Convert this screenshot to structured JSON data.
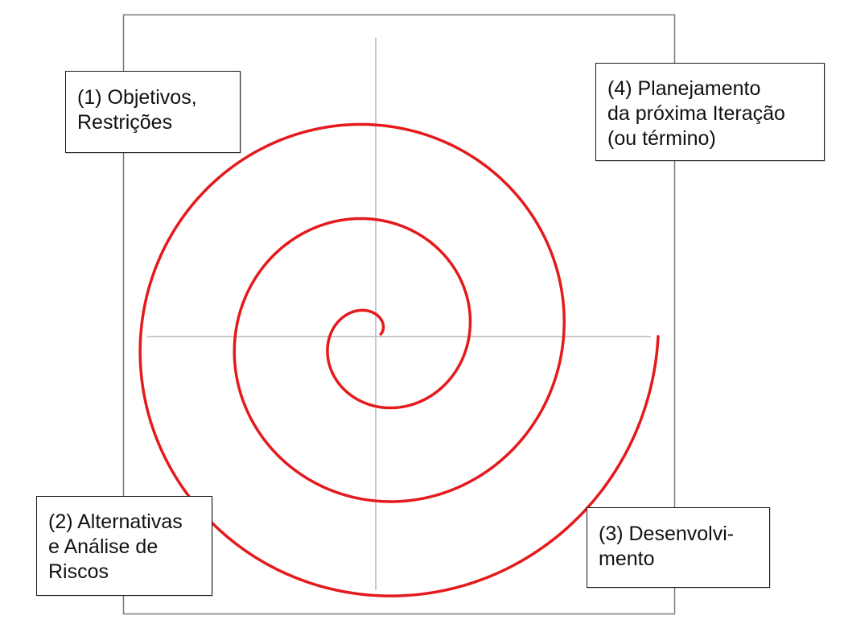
{
  "diagram": {
    "type": "spiral-model",
    "colors": {
      "spiral": "#e41a1c",
      "axes": "#c8c8c8",
      "frame": "#7a7a7a",
      "box_border": "#1a1a1a"
    },
    "quadrants": [
      {
        "id": "q1",
        "lines": [
          "(1) Objetivos,",
          "Restrições"
        ]
      },
      {
        "id": "q2",
        "lines": [
          "(2) Alternativas",
          "e Análise de",
          "Riscos"
        ]
      },
      {
        "id": "q3",
        "lines": [
          "(3) Desenvolvi-",
          "mento"
        ]
      },
      {
        "id": "q4",
        "lines": [
          "(4) Planejamento",
          "da próxima Iteração",
          "(ou término)"
        ]
      }
    ]
  }
}
